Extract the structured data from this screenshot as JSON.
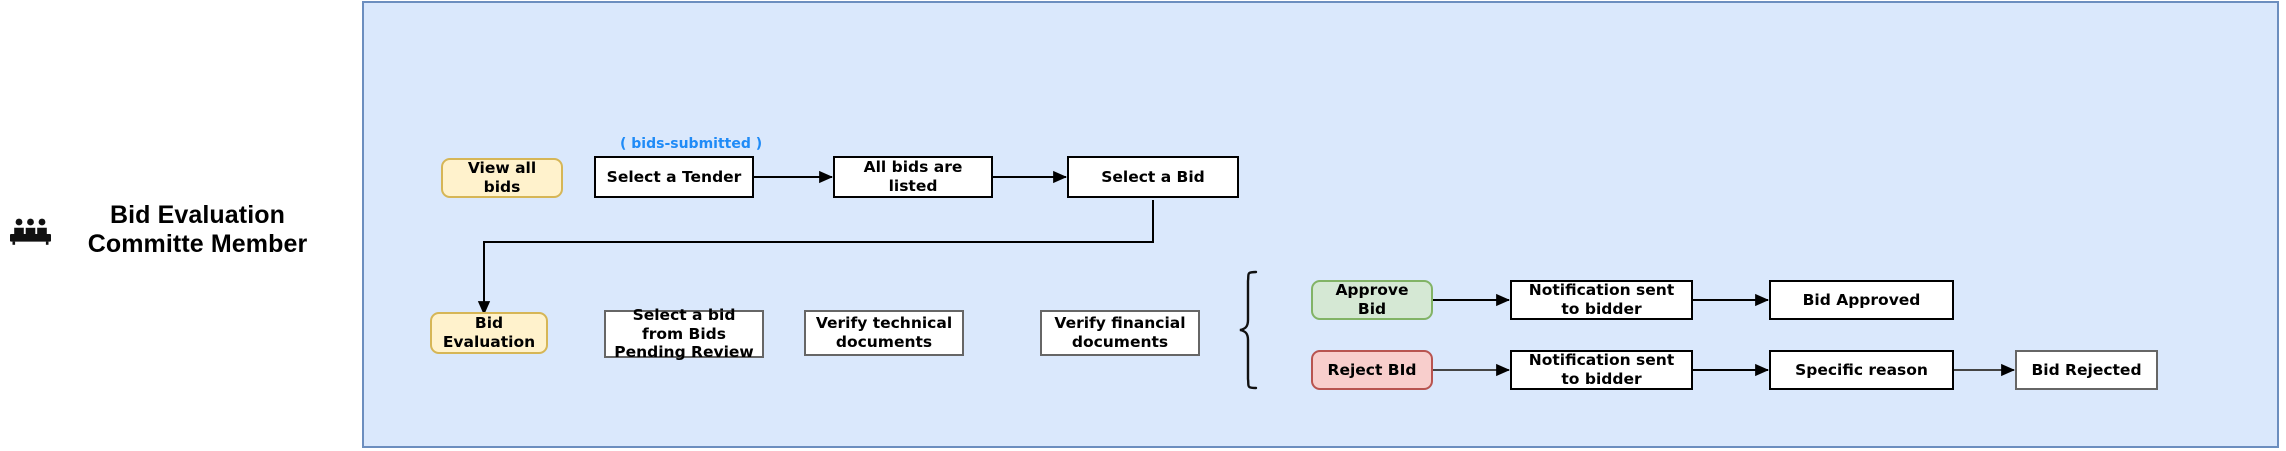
{
  "lane": {
    "title": "Bid Evaluation Committe Member",
    "icon": "committee-people-icon"
  },
  "panel": {
    "background_color": "#dae8fc",
    "border_color": "#6c8ebf"
  },
  "colors": {
    "yellow_fill": "#fff2cc",
    "yellow_stroke": "#d6b656",
    "green_fill": "#d5e8d4",
    "green_stroke": "#82b366",
    "red_fill": "#f8cecc",
    "red_stroke": "#b85450",
    "white_fill": "#ffffff",
    "black_stroke": "#000000",
    "gray_stroke": "#666666",
    "edge_label_color": "#1f8bf7"
  },
  "edge_labels": [
    {
      "text": "( bids-submitted )"
    }
  ],
  "nodes": {
    "view_all_bids": "View all bids",
    "select_a_tender": "Select a Tender",
    "all_bids_are_listed": "All bids are listed",
    "select_a_bid": "Select a Bid",
    "bid_evaluation": "Bid Evaluation",
    "select_bid_pending_review": "Select a bid from Bids Pending Review",
    "verify_technical_documents": "Verify technical documents",
    "verify_financial_documents": "Verify financial documents",
    "approve_bid": "Approve Bid",
    "reject_bid": "Reject BId",
    "notification_sent_approve": "Notification sent to bidder",
    "notification_sent_reject": "Notification sent to bidder",
    "bid_approved": "Bid Approved",
    "specific_reason": "Specific reason",
    "bid_rejected": "Bid Rejected"
  }
}
